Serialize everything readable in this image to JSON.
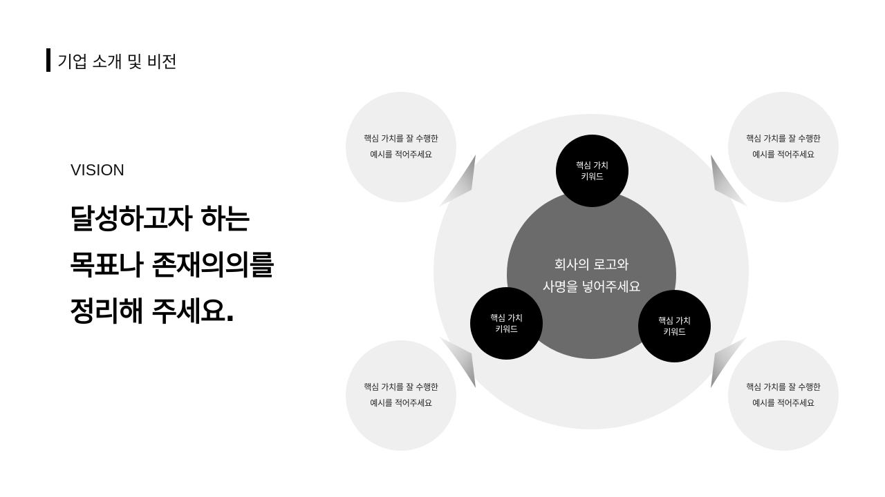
{
  "header": {
    "section_title": "기업 소개 및 비전"
  },
  "vision": {
    "label": "VISION",
    "headline_lines": [
      "달성하고자 하는",
      "목표나 존재의의를",
      "정리해 주세요."
    ]
  },
  "diagram": {
    "center": {
      "line1": "회사의 로고와",
      "line2": "사명을 넣어주세요"
    },
    "keywords": [
      {
        "position": "top",
        "line1": "핵심 가치",
        "line2": "키워드"
      },
      {
        "position": "bottom-left",
        "line1": "핵심 가치",
        "line2": "키워드"
      },
      {
        "position": "bottom-right",
        "line1": "핵심 가치",
        "line2": "키워드"
      }
    ],
    "examples": [
      {
        "position": "top-left",
        "line1": "핵심 가치를 잘 수행한",
        "line2": "예시를 적어주세요"
      },
      {
        "position": "top-right",
        "line1": "핵심 가치를 잘 수행한",
        "line2": "예시를 적어주세요"
      },
      {
        "position": "bottom-left",
        "line1": "핵심 가치를 잘 수행한",
        "line2": "예시를 적어주세요"
      },
      {
        "position": "bottom-right",
        "line1": "핵심 가치를 잘 수행한",
        "line2": "예시를 적어주세요"
      }
    ]
  },
  "colors": {
    "background": "#ffffff",
    "accent_bar": "#000000",
    "outer_ring": "#efefef",
    "center_circle": "#6b6b6b",
    "keyword_circle": "#000000",
    "example_circle": "#efefef"
  }
}
